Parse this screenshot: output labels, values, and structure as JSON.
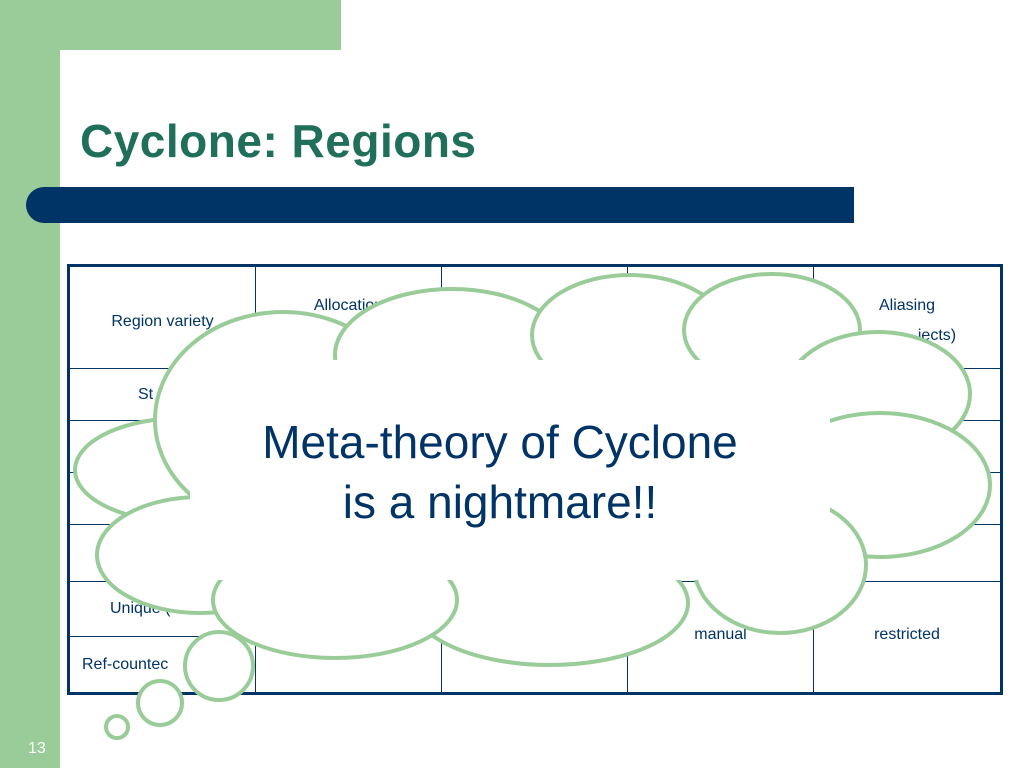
{
  "slide": {
    "title": "Cyclone: Regions",
    "number": "13"
  },
  "table": {
    "header": {
      "region_variety": "Region variety",
      "allocation": "Allocation",
      "aliasing": "Aliasing",
      "aliasing_suffix": "jects)"
    },
    "visible_cells": {
      "stack_fragment": "St",
      "unique_fragment": "Unique (",
      "refcounted_fragment": "Ref-countec",
      "deallocation_value": "manual",
      "aliasing_value": "restricted"
    }
  },
  "cloud": {
    "line1": "Meta-theory of Cyclone",
    "line2": "is a nightmare!!"
  },
  "colors": {
    "green": "#99cc99",
    "navy": "#003366",
    "title_teal": "#1f6f5a",
    "cloud_outline": "#99cc99"
  }
}
